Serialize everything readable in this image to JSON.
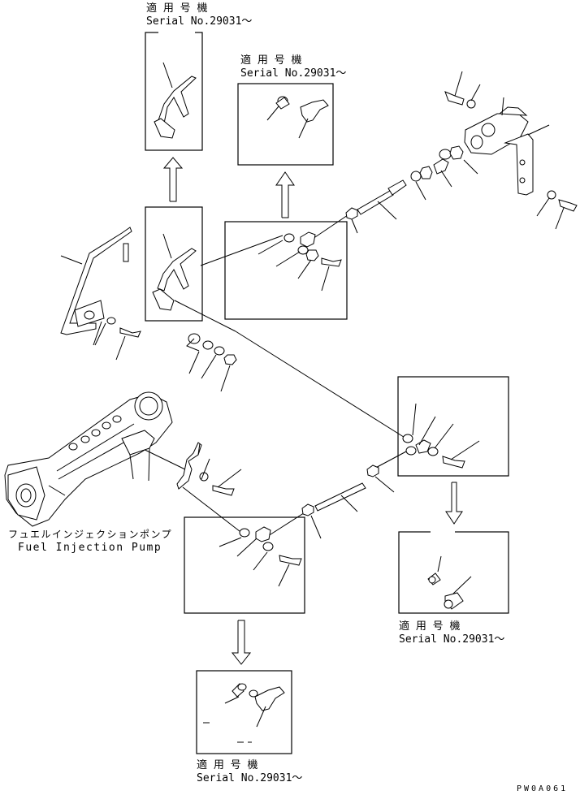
{
  "serial_notes": [
    {
      "jp": "適 用 号 機",
      "en": "Serial No.29031～"
    },
    {
      "jp": "適 用 号 機",
      "en": "Serial No.29031～"
    },
    {
      "jp": "適 用 号 機",
      "en": "Serial No.29031～"
    },
    {
      "jp": "適 用 号 機",
      "en": "Serial No.29031～"
    }
  ],
  "pump_label": {
    "jp": "フュエルインジェクションポンプ",
    "en": "Fuel Injection Pump"
  },
  "drawing_code": "PW0A061"
}
